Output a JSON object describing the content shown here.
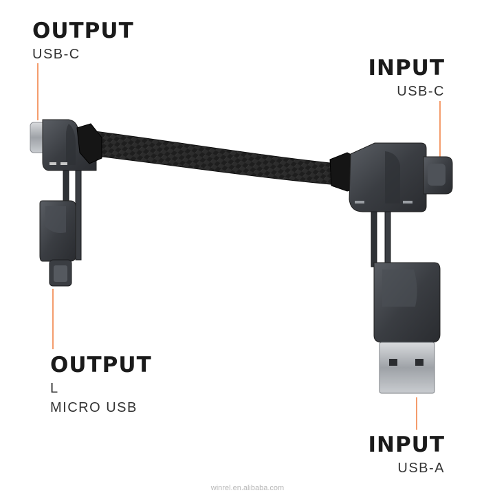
{
  "labels": {
    "output_top_left": {
      "heading": "OUTPUT",
      "sub": "USB-C"
    },
    "input_top_right": {
      "heading": "INPUT",
      "sub": "USB-C"
    },
    "output_bottom_left": {
      "heading": "OUTPUT",
      "sub_line1": "L",
      "sub_line2": "MICRO USB"
    },
    "input_bottom_right": {
      "heading": "INPUT",
      "sub": "USB-A"
    }
  },
  "watermark": "winrel.en.alibaba.com",
  "colors": {
    "callout_line": "#f07a3a",
    "cable_braid": "#1b1b1b",
    "connector_metal": "#3c3f44",
    "background": "#ffffff"
  }
}
